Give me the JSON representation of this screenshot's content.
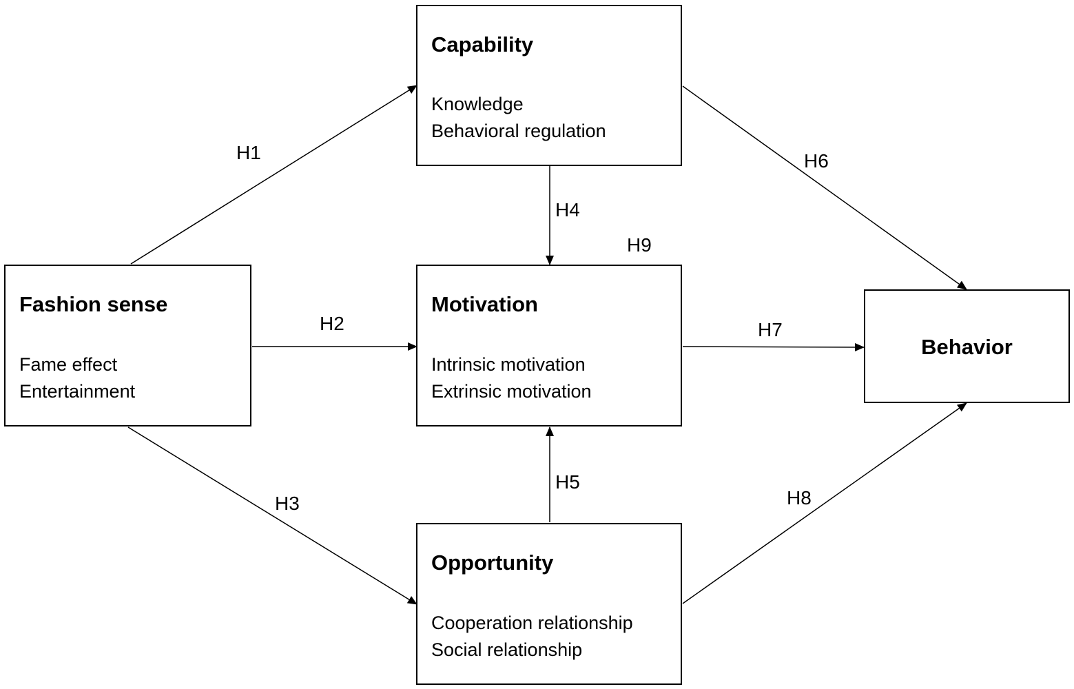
{
  "nodes": {
    "capability": {
      "title": "Capability",
      "items": [
        "Knowledge",
        "Behavioral regulation"
      ]
    },
    "fashion_sense": {
      "title": "Fashion sense",
      "items": [
        "Fame effect",
        "Entertainment"
      ]
    },
    "motivation": {
      "title": "Motivation",
      "items": [
        "Intrinsic motivation",
        "Extrinsic motivation"
      ]
    },
    "opportunity": {
      "title": "Opportunity",
      "items": [
        "Cooperation relationship",
        "Social relationship"
      ]
    },
    "behavior": {
      "title": "Behavior"
    }
  },
  "hypotheses": {
    "h1": "H1",
    "h2": "H2",
    "h3": "H3",
    "h4": "H4",
    "h5": "H5",
    "h6": "H6",
    "h7": "H7",
    "h8": "H8",
    "h9": "H9"
  },
  "colors": {
    "line": "#000000",
    "background": "#ffffff"
  }
}
